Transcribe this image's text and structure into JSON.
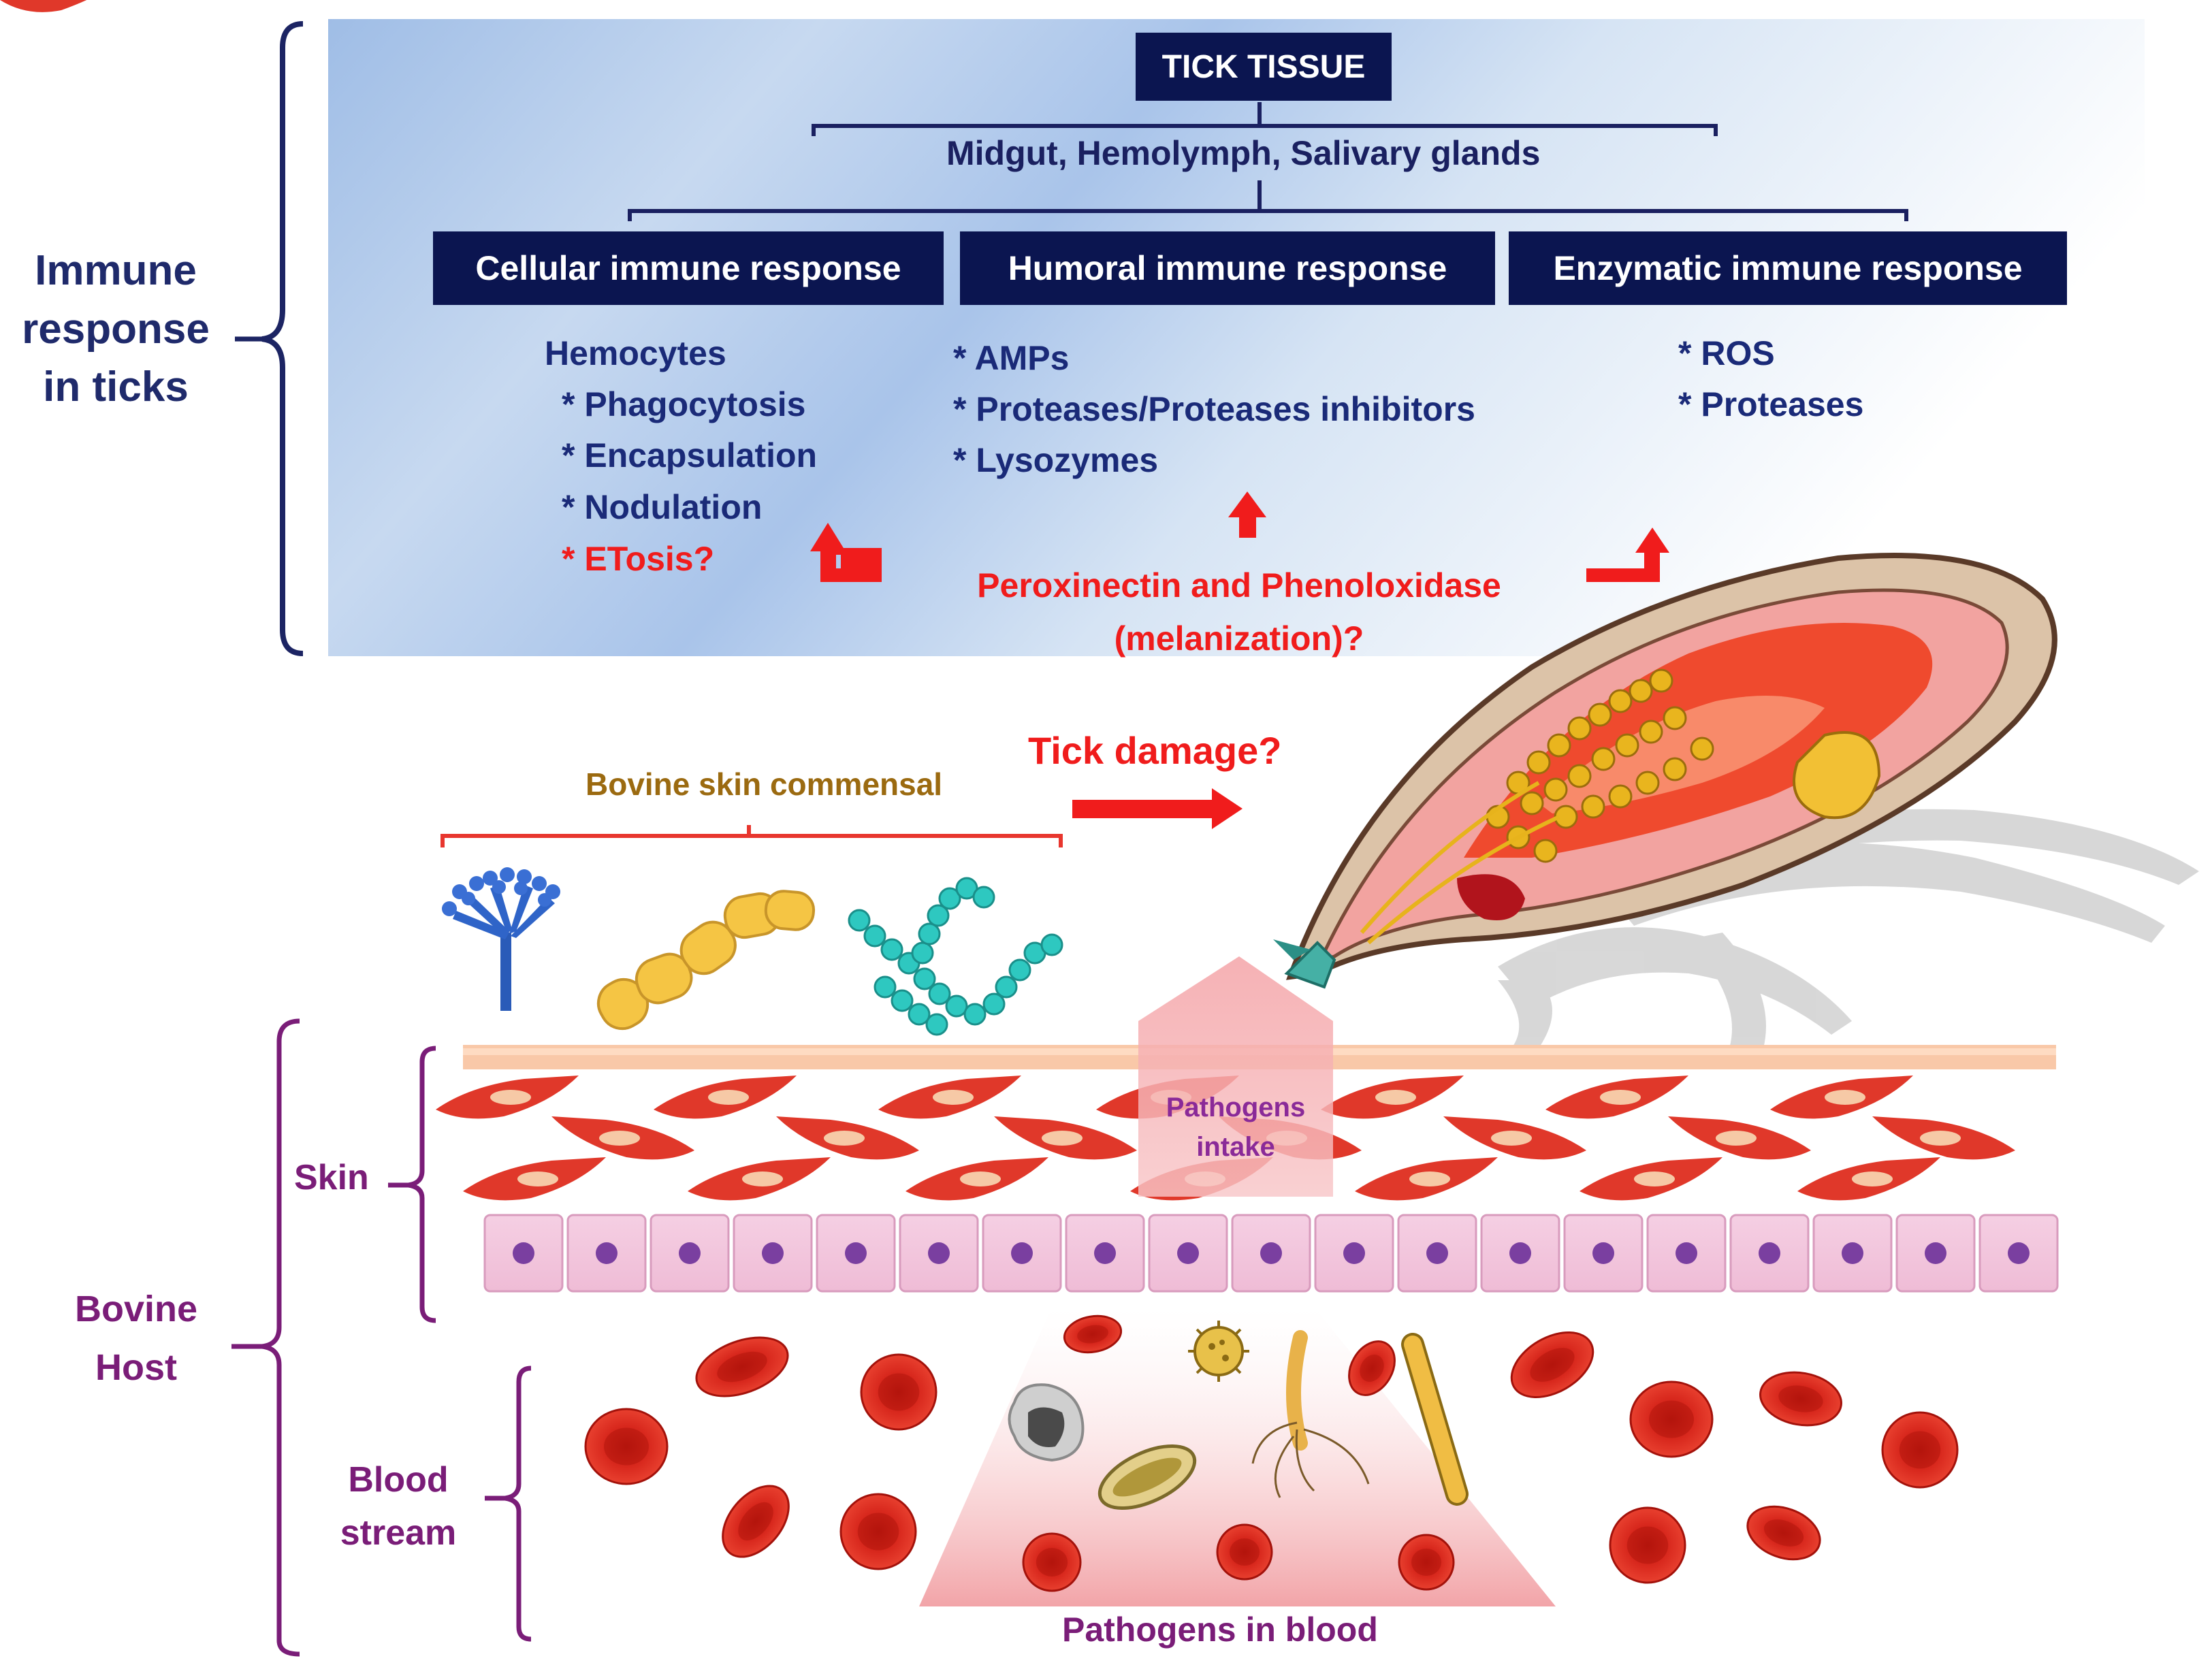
{
  "colors": {
    "navy_box": "#0b1550",
    "navy_text": "#1a2a78",
    "accent_red": "#f01c1c",
    "host_purple": "#7a1d78",
    "rbc_red": "#d9261c"
  },
  "immune": {
    "side_label": [
      "Immune",
      "response",
      "in ticks"
    ],
    "tick_tissue": "TICK TISSUE",
    "tissues": "Midgut, Hemolymph, Salivary glands",
    "responses": [
      {
        "title": "Cellular immune response",
        "items": [
          "Hemocytes",
          "* Phagocytosis",
          "* Encapsulation",
          "* Nodulation"
        ],
        "question_item": "* ETosis?"
      },
      {
        "title": "Humoral immune response",
        "items": [
          "* AMPs",
          "* Proteases/Proteases inhibitors",
          "* Lysozymes"
        ]
      },
      {
        "title": "Enzymatic immune response",
        "items": [
          "* ROS",
          "* Proteases"
        ]
      }
    ],
    "melanization": [
      "Peroxinectin and Phenoloxidase",
      "(melanization)?"
    ]
  },
  "commensal": {
    "label": "Bovine skin commensal",
    "tick_damage": "Tick damage?",
    "organisms": [
      "fungus-icon",
      "rod-bacterium-icon",
      "streptococcus-chain-icon"
    ]
  },
  "host": {
    "side_label": [
      "Bovine",
      "Host"
    ],
    "skin_label": "Skin",
    "blood_label": [
      "Blood",
      "stream"
    ],
    "pathogens_intake": [
      "Pathogens",
      "intake"
    ],
    "pathogens_in_blood": "Pathogens in blood"
  }
}
